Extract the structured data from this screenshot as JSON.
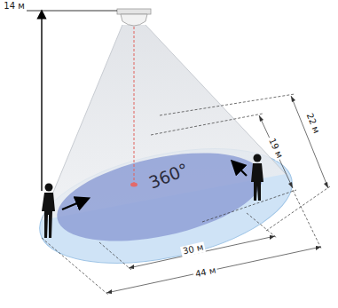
{
  "diagram": {
    "labels": [
      "14 м",
      "360°",
      "30 м",
      "44 м",
      "19 м",
      "22 м"
    ]
  }
}
